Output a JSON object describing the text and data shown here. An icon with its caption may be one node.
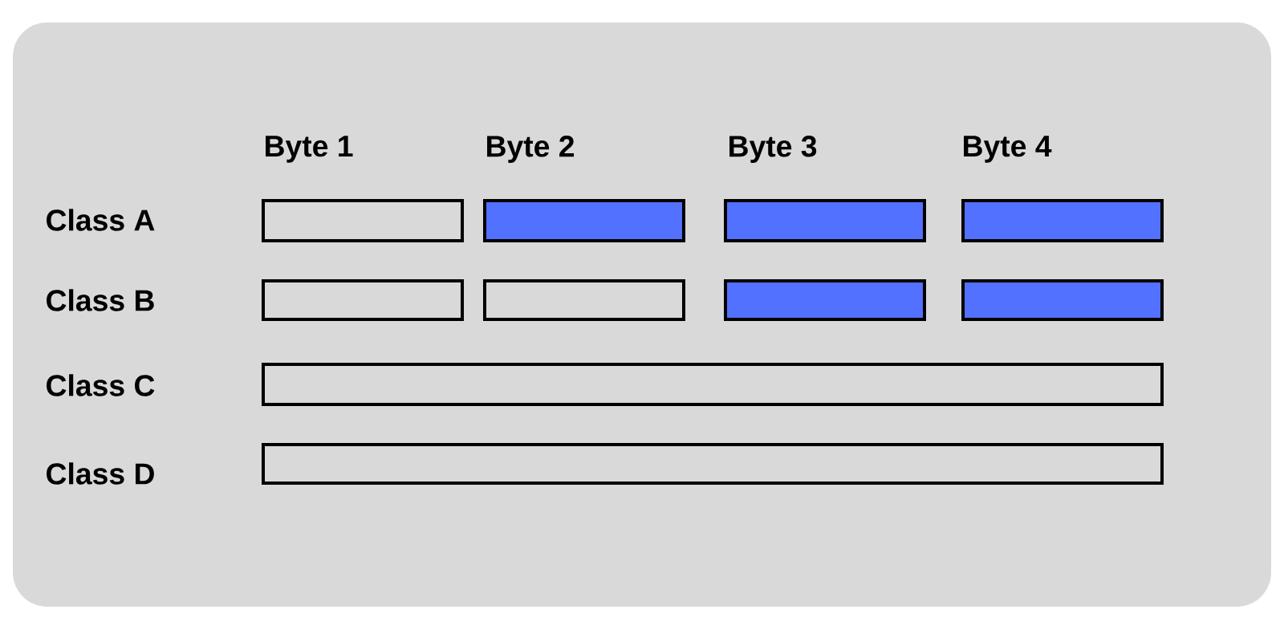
{
  "diagram": {
    "nodes": [
      {
        "text": [],
        "shape": "box"
      },
      {
        "text": [],
        "shape": "bar"
      },
      {
        "text": [],
        "shape": "bar"
      },
      {
        "text": [],
        "shape": "bar"
      },
      {
        "text": [],
        "shape": "box"
      },
      {
        "text": [],
        "shape": "box"
      },
      {
        "text": [],
        "shape": "bar"
      },
      {
        "text": [],
        "shape": "bar"
      },
      {
        "text": [],
        "shape": "box"
      },
      {
        "text": [],
        "shape": "box"
      }
    ],
    "edges": [],
    "labels": [
      "Byte 1",
      "Byte 2",
      "Byte 3",
      "Byte 4",
      "Class A",
      "Class B",
      "Class C",
      "Class D"
    ]
  }
}
